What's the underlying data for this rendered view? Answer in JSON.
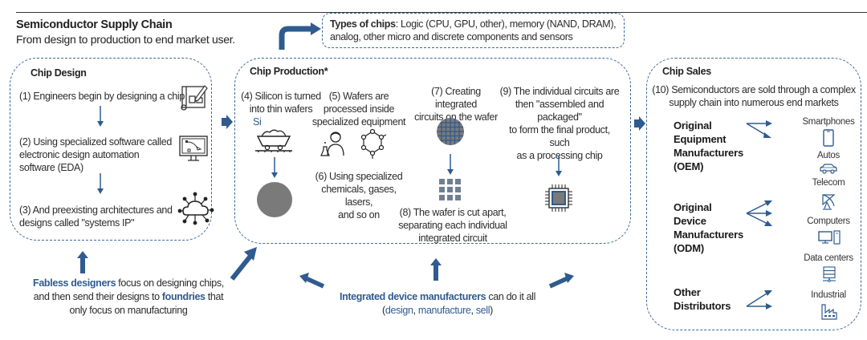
{
  "header": {
    "title": "Semiconductor Supply Chain",
    "subtitle": "From design to production to end market user."
  },
  "types_of_chips": {
    "label": "Types of chips",
    "text": ": Logic (CPU, GPU, other), memory (NAND, DRAM),",
    "text2": "analog, other micro and discrete components and sensors"
  },
  "chip_design": {
    "heading": "Chip Design",
    "steps": [
      {
        "text": "(1) Engineers begin by designing a chip",
        "icon": "blueprint-icon"
      },
      {
        "line1": "(2) Using specialized software called",
        "line2": "electronic design automation",
        "line3": "software (EDA)",
        "icon": "monitor-vector-icon"
      },
      {
        "line1": "(3) And preexisting architectures and",
        "line2": "designs called \"systems IP\"",
        "icon": "cloud-network-icon"
      }
    ]
  },
  "chip_production": {
    "heading": "Chip Production*",
    "step4": {
      "line1": "(4) Silicon is turned",
      "line2": "into thin wafers",
      "element": "Si"
    },
    "step5": {
      "line1": "(5) Wafers are",
      "line2": "processed inside",
      "line3": "specialized equipment"
    },
    "step6": {
      "line1": "(6) Using specialized",
      "line2": "chemicals, gases, lasers,",
      "line3": "and so on"
    },
    "step7": {
      "line1": "(7) Creating integrated",
      "line2": "circuits on the wafer"
    },
    "step8": {
      "line1": "(8) The wafer is cut apart,",
      "line2": "separating each individual",
      "line3": "integrated circuit"
    },
    "step9": {
      "line1": "(9) The individual circuits are",
      "line2": "then \"assembled and packaged\"",
      "line3": "to form the final product, such",
      "line4": "as a processing chip"
    }
  },
  "chip_sales": {
    "heading": "Chip Sales",
    "intro1": "(10) Semiconductors are sold through a complex",
    "intro2": "supply chain into numerous end markets",
    "sellers": [
      {
        "lines": [
          "Original",
          "Equipment",
          "Manufacturers",
          "(OEM)"
        ]
      },
      {
        "lines": [
          "Original",
          "Device",
          "Manufacturers",
          "(ODM)"
        ]
      },
      {
        "lines": [
          "Other",
          "Distributors"
        ]
      }
    ],
    "markets": [
      {
        "label": "Smartphones",
        "icon": "smartphone-icon"
      },
      {
        "label": "Autos",
        "icon": "car-icon"
      },
      {
        "label": "Telecom",
        "icon": "satellite-dish-icon"
      },
      {
        "label": "Computers",
        "icon": "computer-icon"
      },
      {
        "label": "Data centers",
        "icon": "server-icon"
      },
      {
        "label": "Industrial",
        "icon": "factory-icon"
      }
    ]
  },
  "footer": {
    "fabless": {
      "b1": "Fabless designers",
      "t1": " focus on designing chips,",
      "t2": "and then send their designs to ",
      "b2": "foundries",
      "t3": " that",
      "t4": "only focus on manufacturing"
    },
    "idm": {
      "b1": "Integrated device manufacturers",
      "t1": " can do it all",
      "open": "(",
      "w1": "design",
      "c1": ", ",
      "w2": "manufacture",
      "c2": ", ",
      "w3": "sell",
      "close": ")"
    }
  },
  "colors": {
    "accent": "#2f5b8f",
    "border": "#3f6894",
    "wafer": "#7a7a7a",
    "text": "#222222"
  }
}
